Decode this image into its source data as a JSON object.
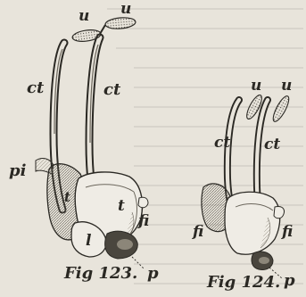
{
  "figures": [
    {
      "caption": "Fig 123.",
      "labels": {
        "anther_left": "u",
        "anther_right": "u",
        "ct_left": "ct",
        "ct_right": "ct",
        "pi": "pi",
        "fi": "fi",
        "t_left": "t",
        "t_right": "t",
        "l": "l",
        "p": "p"
      }
    },
    {
      "caption": "Fig 124.",
      "labels": {
        "anther_left": "u",
        "anther_right": "u",
        "ct_left": "ct",
        "ct_right": "ct",
        "fi_left": "fi",
        "fi_right": "fi",
        "p": "p"
      }
    }
  ],
  "colors": {
    "paper": "#e8e4db",
    "ink": "#2b2924",
    "shade": "#6b665c"
  }
}
